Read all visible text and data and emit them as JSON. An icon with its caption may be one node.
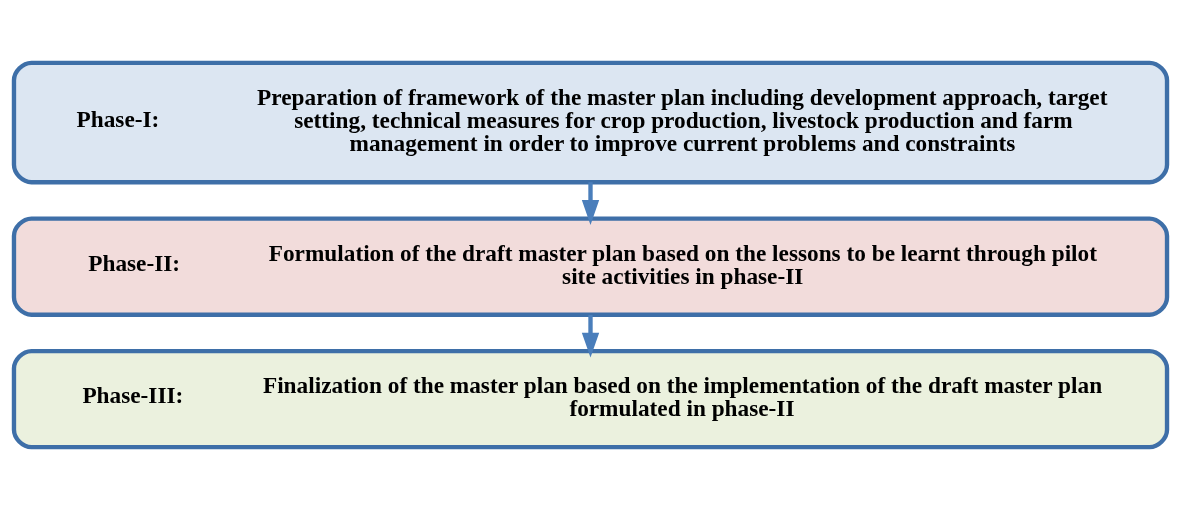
{
  "diagram": {
    "nodes": [
      {
        "text": [
          "Phase-I:",
          "Preparation of framework of the master plan including development approach, target setting, technical measures for crop production, livestock production and farm management in order to improve current problems and constraints"
        ]
      },
      {
        "text": [
          "Phase-II:",
          "Formulation of the draft master plan based on the lessons to be learnt through pilot site activities in phase-II"
        ]
      },
      {
        "text": [
          "Phase-III:",
          "Finalization of the master plan based on the implementation of the draft master plan formulated in phase-II"
        ]
      }
    ],
    "edges": [
      {
        "from": 0,
        "to": 1,
        "arrow": "to"
      },
      {
        "from": 1,
        "to": 2,
        "arrow": "to"
      }
    ]
  }
}
